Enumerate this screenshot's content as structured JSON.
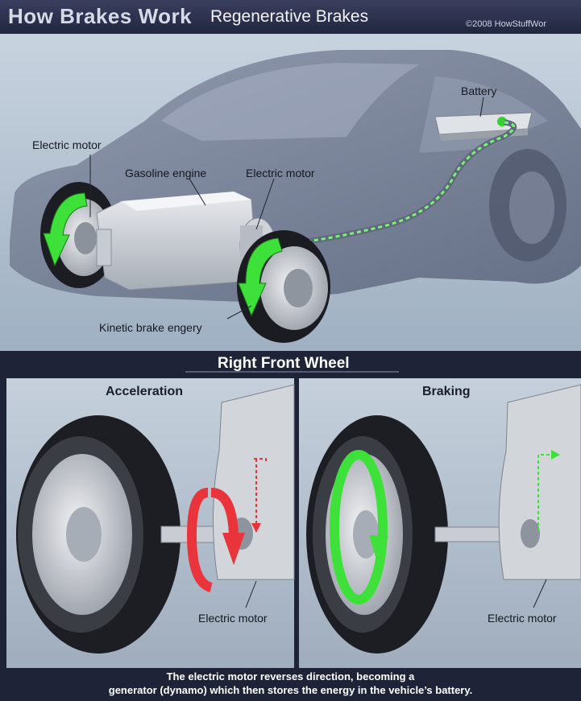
{
  "header": {
    "title": "How Brakes Work",
    "subtitle": "Regenerative Brakes",
    "copyright": "©2008 HowStuffWor"
  },
  "car_labels": {
    "electric_motor_left": "Electric motor",
    "gasoline_engine": "Gasoline engine",
    "electric_motor_right": "Electric motor",
    "battery": "Battery",
    "kinetic": "Kinetic brake engery"
  },
  "section": {
    "title": "Right Front Wheel"
  },
  "panels": {
    "acceleration": {
      "title": "Acceleration",
      "motor_label": "Electric motor"
    },
    "braking": {
      "title": "Braking",
      "motor_label": "Electric motor"
    }
  },
  "caption": {
    "line1": "The electric motor reverses direction, becoming a",
    "line2": "generator (dynamo) which then stores the energy in the vehicle’s battery."
  },
  "colors": {
    "green_arrow": "#3ee13a",
    "red_arrow": "#e8343a",
    "car_body": "#6f7891",
    "panel_bg": "#b3bfcd"
  }
}
